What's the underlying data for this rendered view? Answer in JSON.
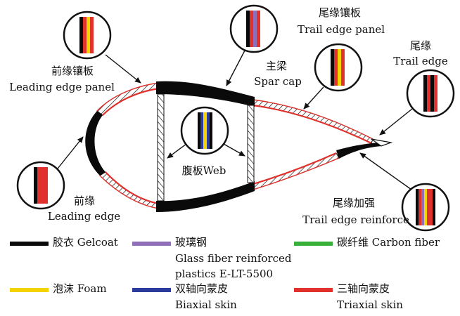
{
  "labels": {
    "leading_panel_cn": "前缘镶板",
    "leading_panel_en": "Leading edge panel",
    "trail_panel_cn": "尾缘镶板",
    "trail_panel_en": "Trail edge panel",
    "trail_edge_cn": "尾缘",
    "trail_edge_en": "Trail edge",
    "spar_cap_cn": "主梁",
    "spar_cap_en": "Spar cap",
    "web": "腹板Web",
    "leading_edge_cn": "前缘",
    "leading_edge_en": "Leading edge",
    "trail_reinforce_cn": "尾缘加强",
    "trail_reinforce_en": "Trail edge reinforce"
  },
  "legend": [
    {
      "text": "胶衣 Gelcoat",
      "color": "#0a0a0a"
    },
    {
      "text": "玻璃钢",
      "text2": "Glass fiber reinforced",
      "text3": "plastics E-LT-5500",
      "color": "#8e6fb8"
    },
    {
      "text": "碳纤维 Carbon fiber",
      "color": "#38b03a"
    },
    {
      "text": "泡沫 Foam",
      "color": "#f4d400"
    },
    {
      "text": "双轴向蒙皮",
      "text2": "Biaxial skin",
      "color": "#2b3c9c"
    },
    {
      "text": "三轴向蒙皮",
      "text2": "Triaxial skin",
      "color": "#e0312c"
    }
  ],
  "colors": {
    "black": "#0a0a0a",
    "red": "#e0312c",
    "purple": "#8e6fb8",
    "yellow": "#f4d400",
    "blue": "#2b3c9c"
  }
}
